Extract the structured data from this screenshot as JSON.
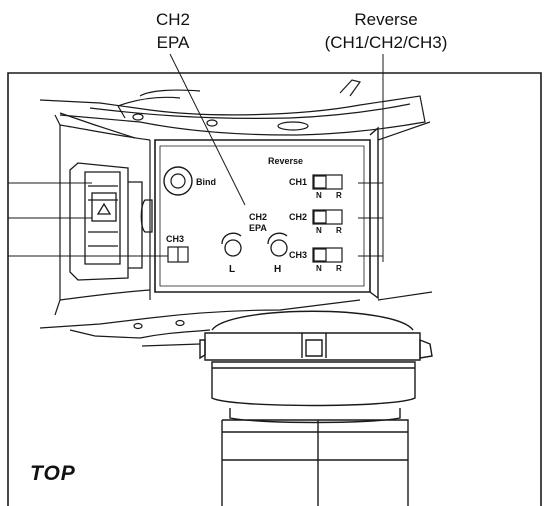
{
  "callouts": {
    "ch2_epa": {
      "line1": "CH2",
      "line2": "EPA"
    },
    "reverse": {
      "line1": "Reverse",
      "line2": "(CH1/CH2/CH3)"
    }
  },
  "panel": {
    "bind_label": "Bind",
    "reverse_heading": "Reverse",
    "channels": [
      {
        "label": "CH1",
        "n": "N",
        "r": "R"
      },
      {
        "label": "CH2",
        "n": "N",
        "r": "R"
      },
      {
        "label": "CH3",
        "n": "N",
        "r": "R"
      }
    ],
    "epa_label_line1": "CH2",
    "epa_label_line2": "EPA",
    "dial_low": "L",
    "dial_high": "H",
    "ch3_switch_label": "CH3"
  },
  "orientation_mark": "TOP",
  "colors": {
    "ink": "#1a1a1a",
    "background": "#ffffff"
  }
}
